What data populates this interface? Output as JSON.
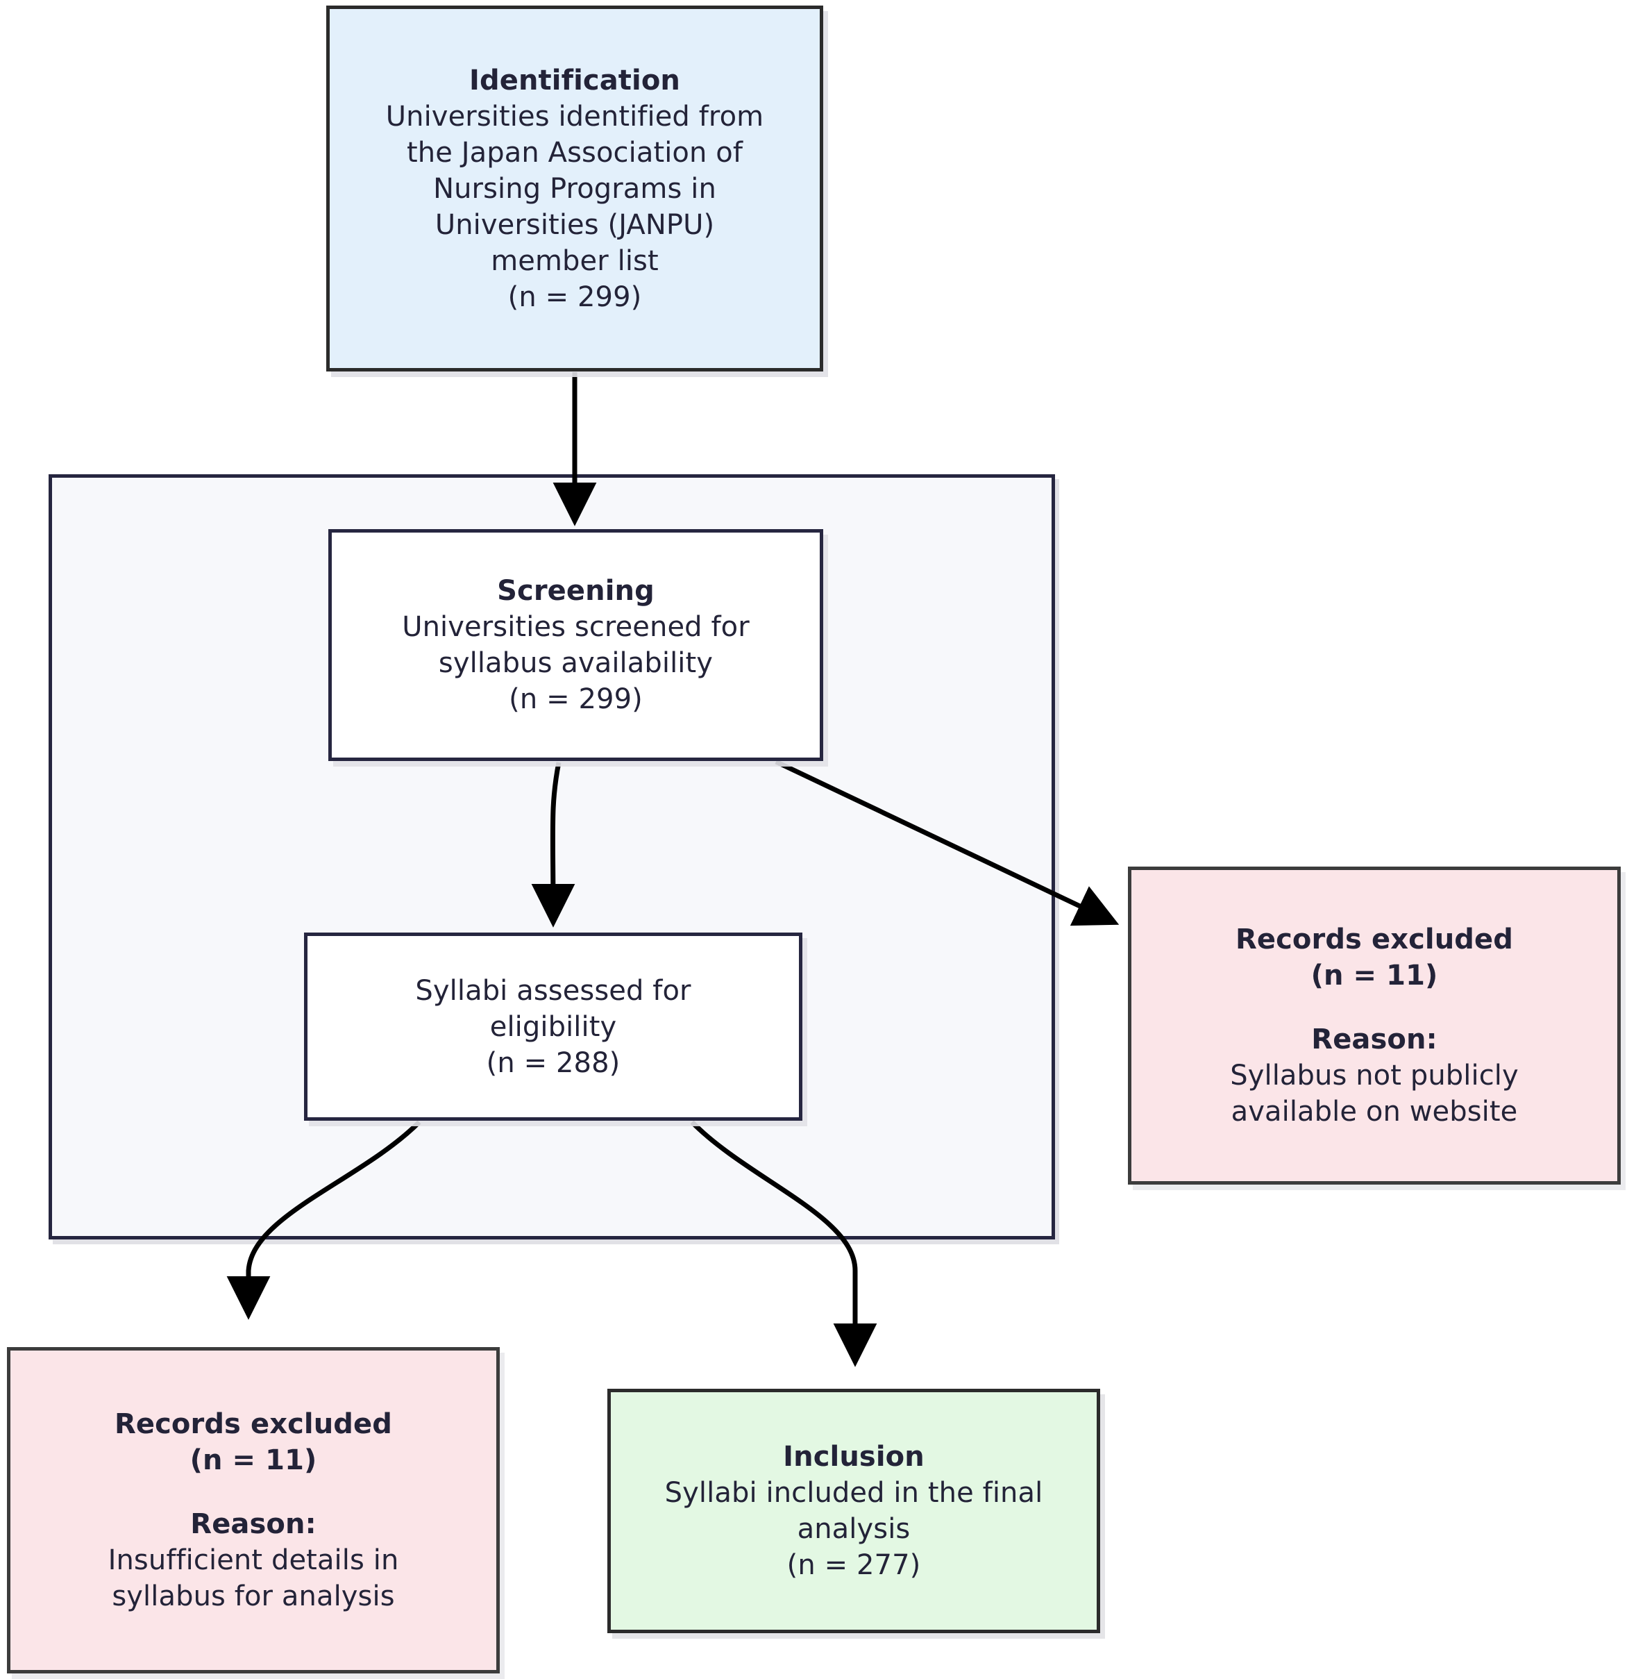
{
  "diagram": {
    "type": "prisma-flow-diagram",
    "title": "PRISMA flow of university syllabus selection",
    "colors": {
      "identification_fill": "#e3f0fb",
      "screening_fill": "#ffffff",
      "eligibility_fill": "#ffffff",
      "excluded_fill": "#fbe5e8",
      "inclusion_fill": "#e3f8e3",
      "container_fill": "#f7f8fb",
      "border": "#262640",
      "text": "#232338",
      "edge": "#000000"
    }
  },
  "nodes": {
    "identification": {
      "id": "identification",
      "stage": "Identification",
      "lines": [
        "Identification",
        "Universities identified from",
        "the Japan Association of",
        "Nursing Programs in",
        "Universities (JANPU)",
        "member list",
        "(n = 299)"
      ],
      "count_label": "(n = 299)",
      "count": 299
    },
    "screening": {
      "id": "screening",
      "stage": "Screening",
      "lines": [
        "Screening",
        "Universities screened for",
        "syllabus availability",
        "(n = 299)"
      ],
      "count_label": "(n = 299)",
      "count": 299
    },
    "eligibility": {
      "id": "eligibility",
      "stage": "Eligibility",
      "lines": [
        "Syllabi assessed for",
        "eligibility",
        "(n = 288)"
      ],
      "count_label": "(n = 288)",
      "count": 288
    },
    "excluded_screening": {
      "id": "excluded_screening",
      "lines": [
        "Records excluded",
        "(n = 11)",
        "",
        "Reason:",
        "Syllabus not publicly",
        "available on website"
      ],
      "title": "Records excluded",
      "count_label": "(n = 11)",
      "count": 11,
      "reason_label": "Reason:",
      "reason": "Syllabus not publicly available on website"
    },
    "excluded_eligibility": {
      "id": "excluded_eligibility",
      "lines": [
        "Records excluded",
        "(n = 11)",
        "",
        "Reason:",
        "Insufficient details in",
        "syllabus for analysis"
      ],
      "title": "Records excluded",
      "count_label": "(n = 11)",
      "count": 11,
      "reason_label": "Reason:",
      "reason": "Insufficient details in syllabus for analysis"
    },
    "inclusion": {
      "id": "inclusion",
      "stage": "Inclusion",
      "lines": [
        "Inclusion",
        "Syllabi included in the final",
        "analysis",
        "(n = 277)"
      ],
      "count_label": "(n = 277)",
      "count": 277
    }
  },
  "edges": [
    {
      "id": "e1",
      "from": "identification",
      "to": "screening",
      "label": ""
    },
    {
      "id": "e2",
      "from": "screening",
      "to": "eligibility",
      "label": ""
    },
    {
      "id": "e3",
      "from": "screening",
      "to": "excluded_screening",
      "label": ""
    },
    {
      "id": "e4",
      "from": "eligibility",
      "to": "excluded_eligibility",
      "label": ""
    },
    {
      "id": "e5",
      "from": "eligibility",
      "to": "inclusion",
      "label": ""
    }
  ],
  "text": {
    "identification": {
      "l0": "Identification",
      "l1": "Universities identified from",
      "l2": "the Japan Association of",
      "l3": "Nursing Programs in",
      "l4": "Universities (JANPU)",
      "l5": "member list",
      "l6": "(n = 299)"
    },
    "screening": {
      "l0": "Screening",
      "l1": "Universities screened for",
      "l2": "syllabus availability",
      "l3": "(n = 299)"
    },
    "eligibility": {
      "l0": "Syllabi assessed for",
      "l1": "eligibility",
      "l2": "(n = 288)"
    },
    "excluded_screening": {
      "l0": "Records excluded",
      "l1": "(n = 11)",
      "l2": "Reason:",
      "l3": "Syllabus not publicly",
      "l4": "available on website"
    },
    "excluded_eligibility": {
      "l0": "Records excluded",
      "l1": "(n = 11)",
      "l2": "Reason:",
      "l3": "Insufficient details in",
      "l4": "syllabus for analysis"
    },
    "inclusion": {
      "l0": "Inclusion",
      "l1": "Syllabi included in the final",
      "l2": "analysis",
      "l3": "(n = 277)"
    }
  }
}
